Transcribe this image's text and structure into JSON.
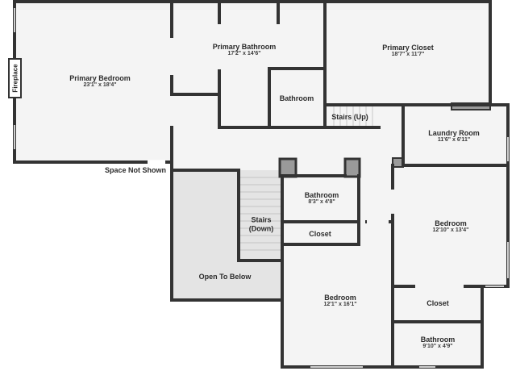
{
  "colors": {
    "wall": "#333333",
    "floor": "#f4f4f4",
    "open_to_below": "#e4e4e4",
    "outside": "#ffffff",
    "text": "#2b2b2b"
  },
  "fireplace": {
    "label": "Fireplace"
  },
  "rooms": [
    {
      "key": "primary_bedroom",
      "name": "Primary Bedroom",
      "dims": "23'1\" x 18'4\""
    },
    {
      "key": "primary_bathroom",
      "name": "Primary Bathroom",
      "dims": "17'2\" x 14'6\""
    },
    {
      "key": "primary_closet",
      "name": "Primary Closet",
      "dims": "18'7\" x 11'7\""
    },
    {
      "key": "bathroom_small",
      "name": "Bathroom",
      "dims": ""
    },
    {
      "key": "stairs_up",
      "name": "Stairs (Up)",
      "dims": ""
    },
    {
      "key": "laundry_room",
      "name": "Laundry Room",
      "dims": "11'6\" x 6'11\""
    },
    {
      "key": "space_not_shown",
      "name": "Space Not Shown",
      "dims": ""
    },
    {
      "key": "bathroom_hall",
      "name": "Bathroom",
      "dims": "8'3\" x 4'8\""
    },
    {
      "key": "stairs_down",
      "name": "Stairs\n(Down)",
      "dims": ""
    },
    {
      "key": "bedroom_right",
      "name": "Bedroom",
      "dims": "12'10\" x 13'4\""
    },
    {
      "key": "closet_hall",
      "name": "Closet",
      "dims": ""
    },
    {
      "key": "open_to_below",
      "name": "Open To Below",
      "dims": ""
    },
    {
      "key": "bedroom_bottom",
      "name": "Bedroom",
      "dims": "12'1\" x 16'1\""
    },
    {
      "key": "closet_right",
      "name": "Closet",
      "dims": ""
    },
    {
      "key": "bathroom_right",
      "name": "Bathroom",
      "dims": "9'10\" x 4'9\""
    }
  ]
}
